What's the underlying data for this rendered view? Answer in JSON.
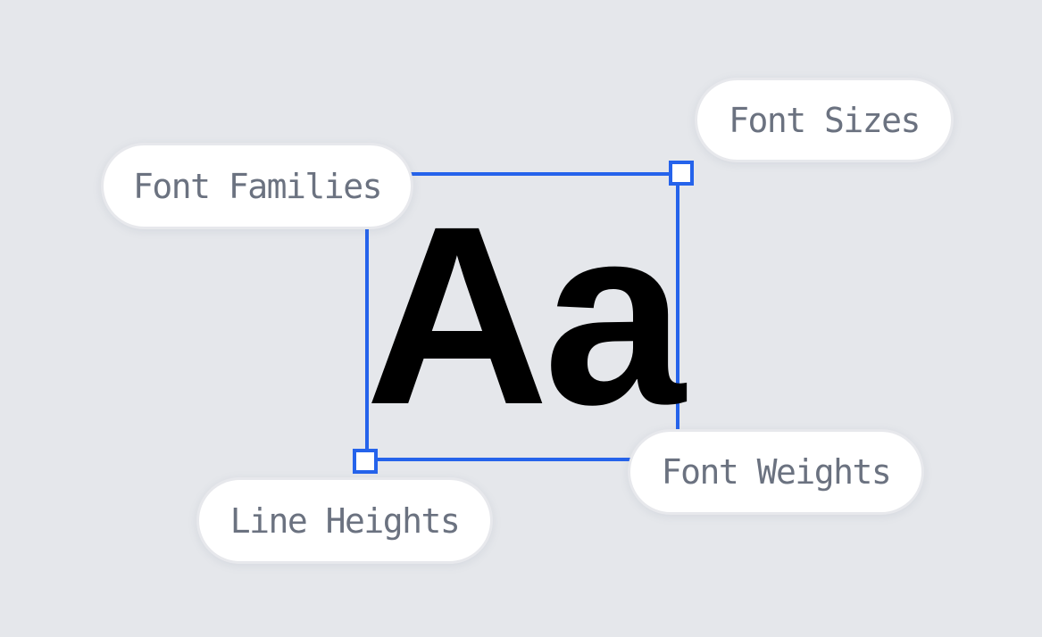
{
  "colors": {
    "accent_blue": "#2563eb",
    "label_text": "#6b7280",
    "pill_border": "#e7e8ec",
    "pill_bg": "#ffffff",
    "glyph_black": "#000000",
    "background": "#e5e7eb"
  },
  "specimen": {
    "glyph": "Aa"
  },
  "labels": {
    "font_families": {
      "text": "Font Families"
    },
    "font_sizes": {
      "text": "Font Sizes"
    },
    "font_weights": {
      "text": "Font Weights"
    },
    "line_heights": {
      "text": "Line Heights"
    }
  }
}
